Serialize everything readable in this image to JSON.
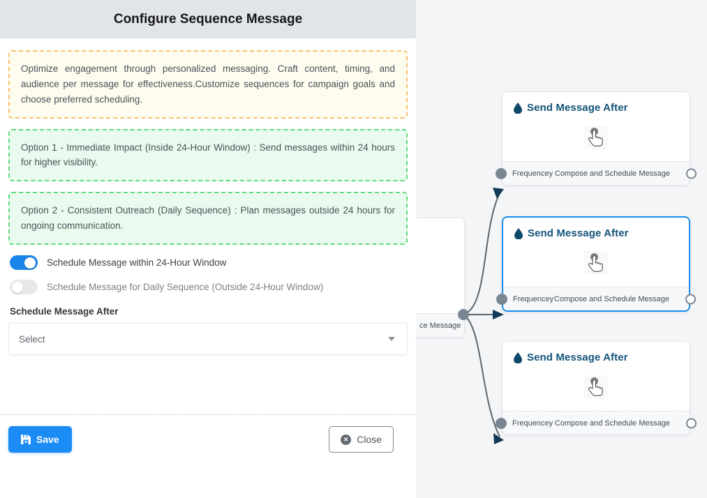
{
  "panel": {
    "title": "Configure Sequence Message",
    "notes": [
      {
        "id": "description",
        "text": "Optimize engagement through personalized messaging. Craft content, timing, and audience per message for effectiveness.Customize sequences for campaign goals and choose preferred scheduling."
      },
      {
        "id": "option-1",
        "text": "Option 1 - Immediate Impact (Inside 24-Hour Window) : Send messages within 24 hours for higher visibility."
      },
      {
        "id": "option-2",
        "text": "Option 2 - Consistent Outreach (Daily Sequence) : Plan messages outside 24 hours for ongoing communication."
      }
    ],
    "toggles": [
      {
        "label": "Schedule Message within 24-Hour Window",
        "state": "on"
      },
      {
        "label": "Schedule Message for Daily Sequence (Outside 24-Hour Window)",
        "state": "off"
      }
    ],
    "schedule_after": {
      "label": "Schedule Message After",
      "value": "Select",
      "placeholder": "Select"
    },
    "footer": {
      "save_label": "Save",
      "close_label": "Close",
      "close_icon_glyph": "✕"
    }
  },
  "canvas": {
    "nodes": [
      {
        "title": "Send Message After",
        "icon": "droplet-icon",
        "body_icon": "pointing-hand-cursor-icon",
        "foot_left": "Frequencey",
        "foot_right": "Compose and Schedule Message",
        "selected": false
      },
      {
        "title": "Send Message After",
        "icon": "droplet-icon",
        "body_icon": "pointing-hand-cursor-icon",
        "foot_left": "Frequencey",
        "foot_right": "Compose and Schedule Message",
        "selected": true
      },
      {
        "title": "Send Message After",
        "icon": "droplet-icon",
        "body_icon": "pointing-hand-cursor-icon",
        "foot_left": "Frequencey",
        "foot_right": "Compose and Schedule Message",
        "selected": false
      }
    ],
    "partial_node": {
      "foot_text": "ce Message"
    }
  },
  "colors": {
    "accent_blue": "#1b8bf5",
    "selected_border": "#1a8cf0",
    "node_title": "#14537a",
    "note_orange_border": "#f5c16c",
    "note_orange_bg": "#fdfcef",
    "note_green_border": "#5fdb7e",
    "note_green_bg": "#e9fbee",
    "header_bg": "#e1e5e9",
    "canvas_bg": "#f4f5f7",
    "edge_stroke": "#5c6670",
    "port_gray": "#7b8694"
  }
}
